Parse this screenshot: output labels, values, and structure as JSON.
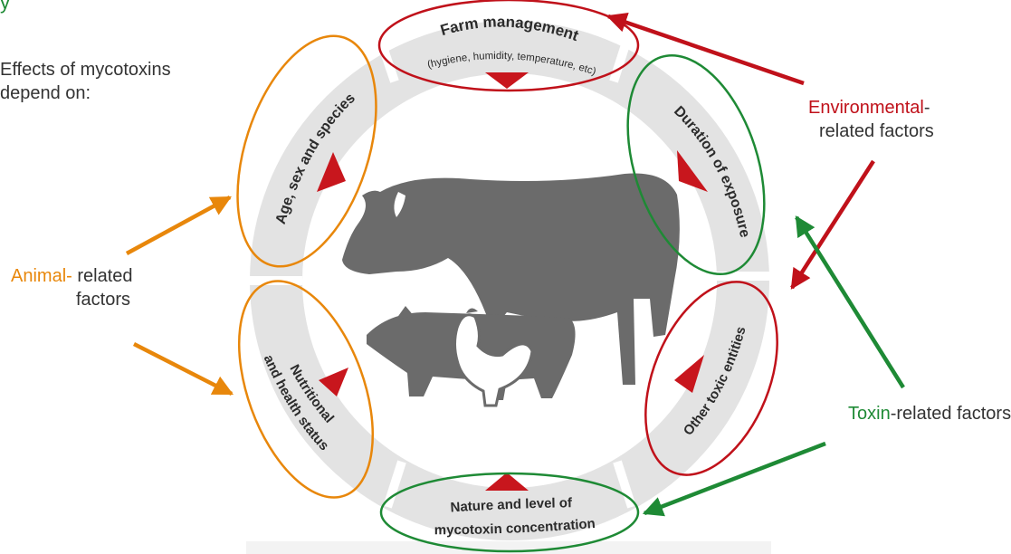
{
  "intro": {
    "title_fragment": "y",
    "text_line1": "Effects of mycotoxins",
    "text_line2": "depend on:"
  },
  "groups": {
    "animal": {
      "highlight": "Animal-",
      "rest_line1": " related",
      "line2": "factors",
      "color": "#e8870b"
    },
    "environmental": {
      "highlight": "Environmental",
      "rest_line1": "-",
      "line2": "related factors",
      "color": "#c0111a"
    },
    "toxin": {
      "highlight": "Toxin",
      "rest": "-related factors",
      "color": "#1e8a35"
    }
  },
  "cycle": {
    "farm_management": {
      "title": "Farm management",
      "subtitle": "(hygiene, humidity, temperature, etc)"
    },
    "duration": "Duration of exposure",
    "other_toxic": "Other toxic entities",
    "nature_level": {
      "line1": "Nature and level of",
      "line2": "mycotoxin concentration"
    },
    "nutritional": {
      "line1": "Nutritional",
      "line2": "and health status"
    },
    "age_sex": "Age, sex and species"
  },
  "center_illustration": [
    "cow-silhouette",
    "pig-silhouette",
    "hen-silhouette"
  ],
  "colors": {
    "ring": "#e3e3e3",
    "marker": "#c8161d",
    "animals": "#6b6b6b"
  }
}
